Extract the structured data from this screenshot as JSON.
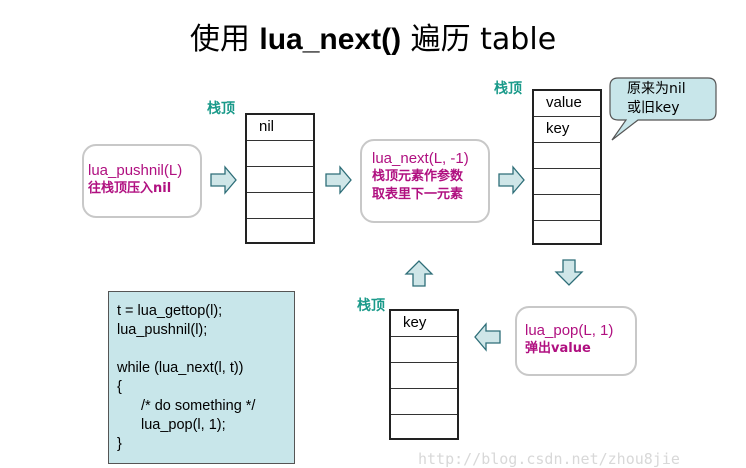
{
  "title_prefix": "使用 ",
  "title_func": "lua_next()",
  "title_suffix": " 遍历 table",
  "stack_label": "栈顶",
  "stack1": [
    "nil",
    "",
    "",
    "",
    ""
  ],
  "stack2": [
    "value",
    "key",
    "",
    "",
    "",
    ""
  ],
  "stack3": [
    "key",
    "",
    "",
    "",
    ""
  ],
  "step1": {
    "line1": "lua_pushnil(L)",
    "line2": "往栈顶压入nil"
  },
  "step2": {
    "line1": "lua_next(L, -1)",
    "line2": "栈顶元素作参数",
    "line3": "取表里下一元素"
  },
  "step3": {
    "line1": "lua_pop(L, 1)",
    "line2": "弹出value"
  },
  "callout": {
    "line1": "原来为nil",
    "line2": "或旧key"
  },
  "code": {
    "line1": "t = lua_gettop(l);",
    "line2": "lua_pushnil(l);",
    "line3": "while (lua_next(l, t))",
    "line4": "{",
    "line5": "/* do something */",
    "line6": "lua_pop(l, 1);",
    "line7": "}"
  },
  "watermark": "http://blog.csdn.net/zhou8jie",
  "colors": {
    "label": "#1a9a8a",
    "magenta": "#b01080",
    "arrow_fill": "#cfe6e8",
    "code_bg": "#c8e6ea"
  }
}
